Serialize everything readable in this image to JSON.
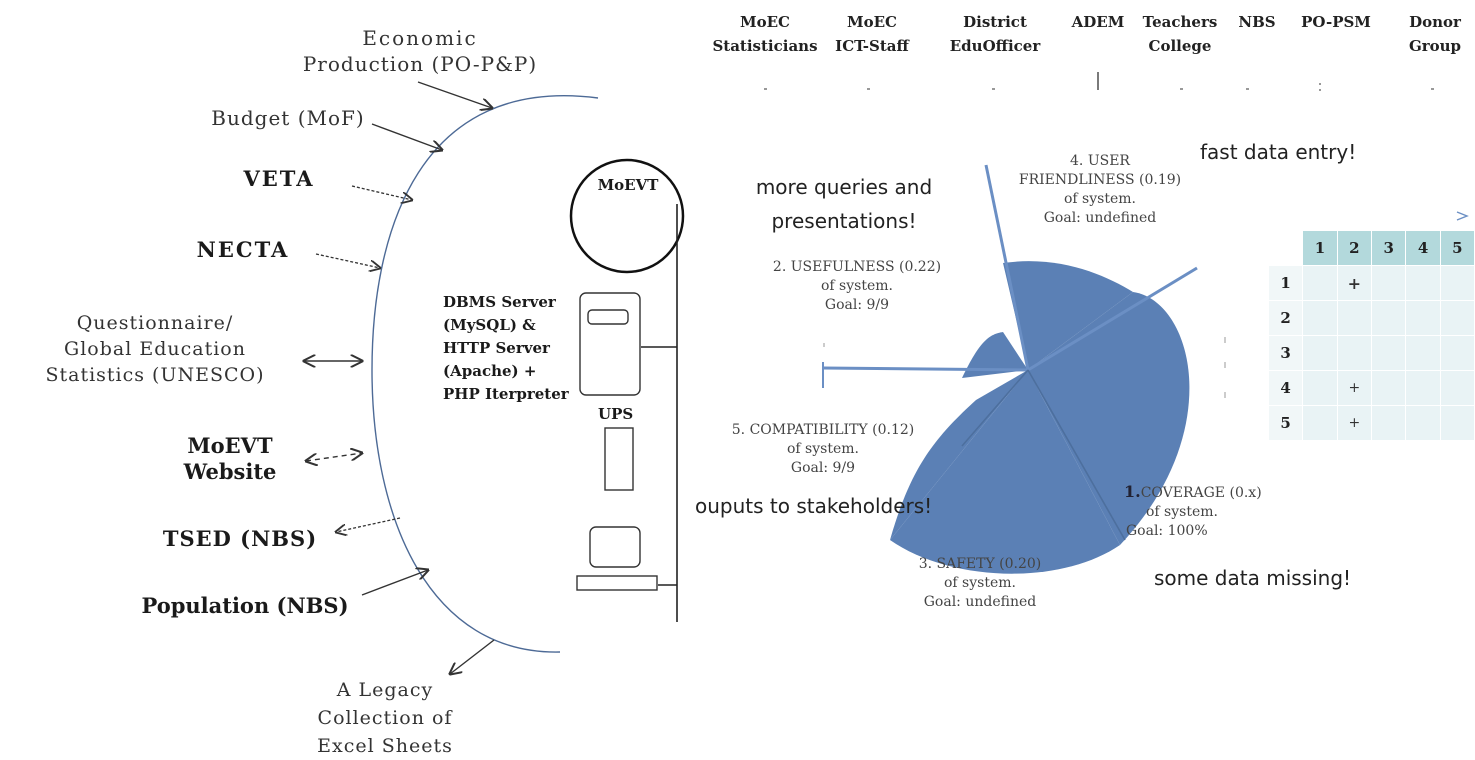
{
  "sources": {
    "economic": [
      "Economic",
      "Production (PO-P&P)"
    ],
    "budget": "Budget (MoF)",
    "veta": "VETA",
    "necta": "NECTA",
    "questionnaire": [
      "Questionnaire/",
      "Global Education",
      "Statistics (UNESCO)"
    ],
    "website": [
      "MoEVT",
      "Website"
    ],
    "tsed": "TSED (NBS)",
    "population": "Population (NBS)",
    "legacy": [
      "A Legacy",
      "Collection of",
      "Excel Sheets"
    ]
  },
  "system": {
    "ministry": "MoEVT",
    "server": [
      "DBMS Server",
      "(MySQL) &",
      "HTTP Server",
      "(Apache) +",
      "PHP Iterpreter"
    ],
    "ups": "UPS"
  },
  "stakeholders": [
    [
      "MoEC",
      "Statisticians"
    ],
    [
      "MoEC",
      "ICT-Staff"
    ],
    [
      "District",
      "EduOfficer"
    ],
    [
      "",
      "ADEM"
    ],
    [
      "Teachers",
      "College"
    ],
    [
      "",
      "NBS"
    ],
    [
      "",
      "PO-PSM"
    ],
    [
      "Donor",
      "Group"
    ]
  ],
  "notes": {
    "queries": [
      "more queries and",
      "presentations!"
    ],
    "fast_entry": "fast data entry!",
    "outputs": "ouputs to stakeholders!",
    "missing": "some data missing!"
  },
  "axes": {
    "user": [
      "4. USER",
      "FRIENDLINESS (0.19)",
      "of system.",
      "Goal: undefined"
    ],
    "useful": [
      "2. USEFULNESS (0.22)",
      "of system.",
      "Goal: 9/9"
    ],
    "compat": [
      "5. COMPATIBILITY (0.12)",
      "of system.",
      "Goal: 9/9"
    ],
    "coverage_no": "1.",
    "coverage": [
      "COVERAGE (0.x)",
      "of system.",
      "Goal: 100%"
    ],
    "safety": [
      "3. SAFETY (0.20)",
      "of system.",
      "Goal: undefined"
    ]
  },
  "matrix": {
    "cols": [
      "1",
      "2",
      "3",
      "4",
      "5"
    ],
    "rows": [
      {
        "label": "1",
        "cells": [
          "",
          "+",
          "",
          "",
          ""
        ]
      },
      {
        "label": "2",
        "cells": [
          "",
          "",
          "",
          "",
          ""
        ]
      },
      {
        "label": "3",
        "cells": [
          "",
          "",
          "",
          "",
          ""
        ]
      },
      {
        "label": "4",
        "cells": [
          "",
          "+",
          "",
          "",
          ""
        ]
      },
      {
        "label": "5",
        "cells": [
          "",
          "+",
          "",
          "",
          ""
        ]
      }
    ]
  },
  "colors": {
    "petal": "#5b80b5",
    "axis": "#6b8fc4",
    "header": "#b3d9dc",
    "cell": "#e9f3f5"
  }
}
